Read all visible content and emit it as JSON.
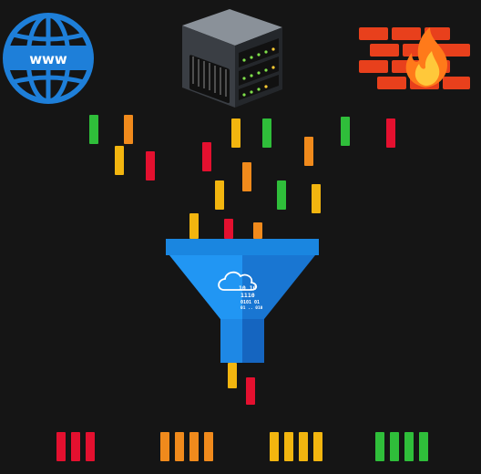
{
  "colors": {
    "background": "#151515",
    "green": "#2fbe3a",
    "orange": "#f08a1c",
    "yellow": "#f2b50f",
    "red": "#e4102f"
  },
  "globe": {
    "label": "www",
    "icon": "globe-icon",
    "color": "#1e7fd9"
  },
  "server": {
    "icon": "server-rack-icon"
  },
  "firewall": {
    "icon": "firewall-icon",
    "brick_color": "#e8401c",
    "flame_color": "#ff7a1a"
  },
  "funnel": {
    "icon": "funnel-icon",
    "color": "#1976d2",
    "binary_text": [
      "10 10",
      "1110",
      "0101 01",
      "01 .. 010"
    ]
  },
  "cloud_icon": "cloud-icon",
  "falling_packets": [
    {
      "color": "green"
    },
    {
      "color": "orange"
    },
    {
      "color": "yellow"
    },
    {
      "color": "red"
    },
    {
      "color": "red"
    },
    {
      "color": "yellow"
    },
    {
      "color": "green"
    },
    {
      "color": "orange"
    },
    {
      "color": "green"
    },
    {
      "color": "red"
    },
    {
      "color": "orange"
    },
    {
      "color": "yellow"
    },
    {
      "color": "green"
    },
    {
      "color": "yellow"
    },
    {
      "color": "yellow"
    },
    {
      "color": "red"
    },
    {
      "color": "orange"
    }
  ],
  "output_packets": [
    {
      "color": "yellow"
    },
    {
      "color": "red"
    }
  ],
  "sorted_piles": [
    {
      "color": "red",
      "count": 3
    },
    {
      "color": "orange",
      "count": 4
    },
    {
      "color": "yellow",
      "count": 4
    },
    {
      "color": "green",
      "count": 4
    }
  ]
}
